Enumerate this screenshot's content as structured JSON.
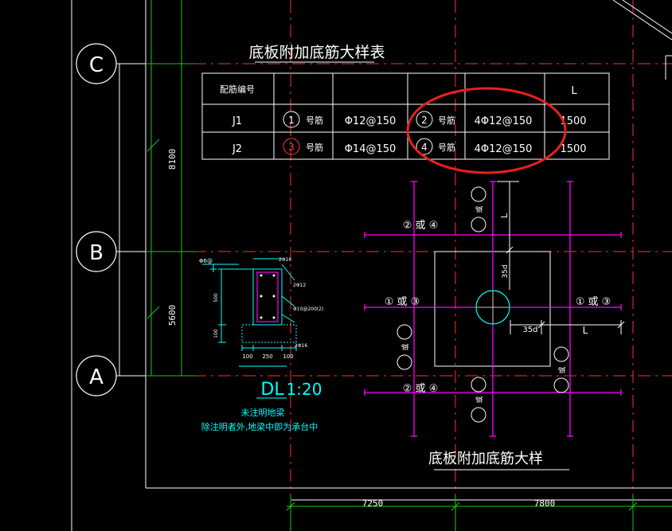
{
  "axes": {
    "grid_c": "C",
    "grid_b": "B",
    "grid_a": "A",
    "dim_8100": "8100",
    "dim_5600": "5600",
    "dim_7250": "7250",
    "dim_7800": "7800"
  },
  "schedule": {
    "title": "底板附加底筋大样表",
    "header": [
      "配筋编号",
      "",
      "",
      "",
      "",
      "L"
    ],
    "rows": [
      {
        "id": "J1",
        "num_a": "1",
        "suffix_a": "号筋",
        "spec_a": "Φ12@150",
        "num_b": "2",
        "suffix_b": "号筋",
        "spec_b": "4Φ12@150",
        "len": "1500"
      },
      {
        "id": "J2",
        "num_a": "3",
        "suffix_a": "号筋",
        "spec_a": "Φ14@150",
        "num_b": "4",
        "suffix_b": "号筋",
        "spec_b": "4Φ12@150",
        "len": "1500"
      }
    ]
  },
  "beam_section": {
    "label_top": "Φ6@",
    "label_r1": "2Φ16",
    "label_r2": "2Φ12",
    "label_r3": "Φ10@200(2)",
    "label_bottom": "2Φ16",
    "dim_500": "500",
    "dim_100": "100",
    "dim_b1": "100",
    "dim_b2": "250",
    "dim_b3": "100",
    "title": "DL",
    "scale": "1:20",
    "note1": "未注明地梁",
    "note2": "除注明者外,地梁中即为承台中"
  },
  "detail": {
    "title": "底板附加底筋大样",
    "label_top": "② 或 ④",
    "label_bottom": "② 或 ④",
    "label_left": "① 或 ③",
    "label_right": "① 或 ③",
    "dim_35d_v": "35d",
    "dim_35d_h": "35d",
    "dim_L_v": "L",
    "dim_L_h": "L",
    "or_text": "或"
  },
  "colors": {
    "background": "#000000",
    "grid_axis": "#ff3030",
    "green": "#19c819",
    "white": "#ffffff",
    "magenta": "#ff00ff",
    "cyan": "#00ffff",
    "yellow": "#ffff33",
    "highlight_circle": "#e8201e"
  }
}
